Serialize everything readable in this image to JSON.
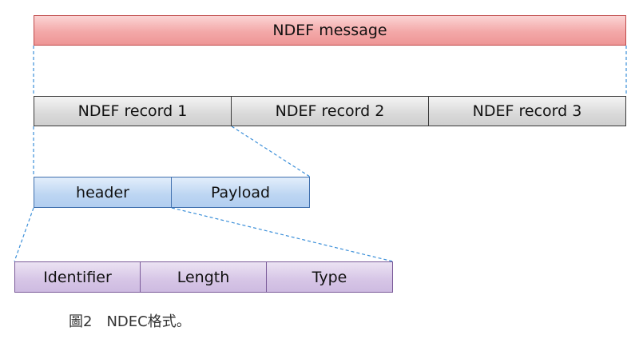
{
  "diagram": {
    "message": {
      "label": "NDEF message"
    },
    "records": [
      {
        "label": "NDEF record 1"
      },
      {
        "label": "NDEF record 2"
      },
      {
        "label": "NDEF record 3"
      }
    ],
    "record_parts": [
      {
        "label": "header"
      },
      {
        "label": "Payload"
      }
    ],
    "header_fields": [
      {
        "label": "Identifier"
      },
      {
        "label": "Length"
      },
      {
        "label": "Type"
      }
    ],
    "caption": "圖2　NDEC格式。",
    "colors": {
      "message_fill": "#f3a8a8",
      "record_fill": "#d9d9d9",
      "part_fill": "#bcd5f2",
      "field_fill": "#d6c5e6",
      "connector": "#3b8fd9"
    }
  }
}
